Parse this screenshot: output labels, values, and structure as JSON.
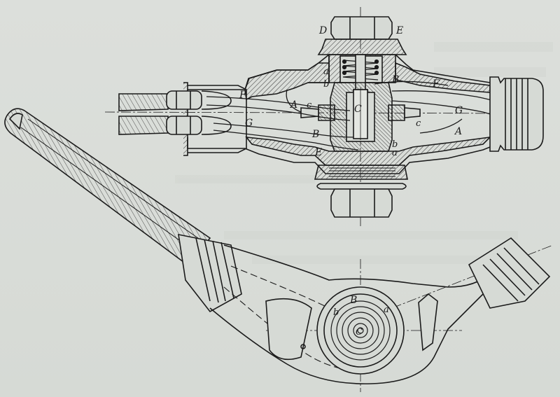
{
  "figure": {
    "ink": "#1b1b1b",
    "paper": "#d8dcd7",
    "hatch": "#3a3a3a",
    "labels": {
      "D": "D",
      "E": "E",
      "a": "a",
      "b": "b",
      "B": "B",
      "F": "F",
      "A": "A",
      "c": "c",
      "C": "C",
      "G": "G",
      "E2": "E",
      "b2": "b",
      "a2": "a",
      "A2": "A",
      "c2": "c",
      "B2": "B",
      "F1": "F",
      "G1": "G",
      "B3": "B",
      "b3": "b",
      "a3": "a",
      "C3": "C"
    }
  }
}
